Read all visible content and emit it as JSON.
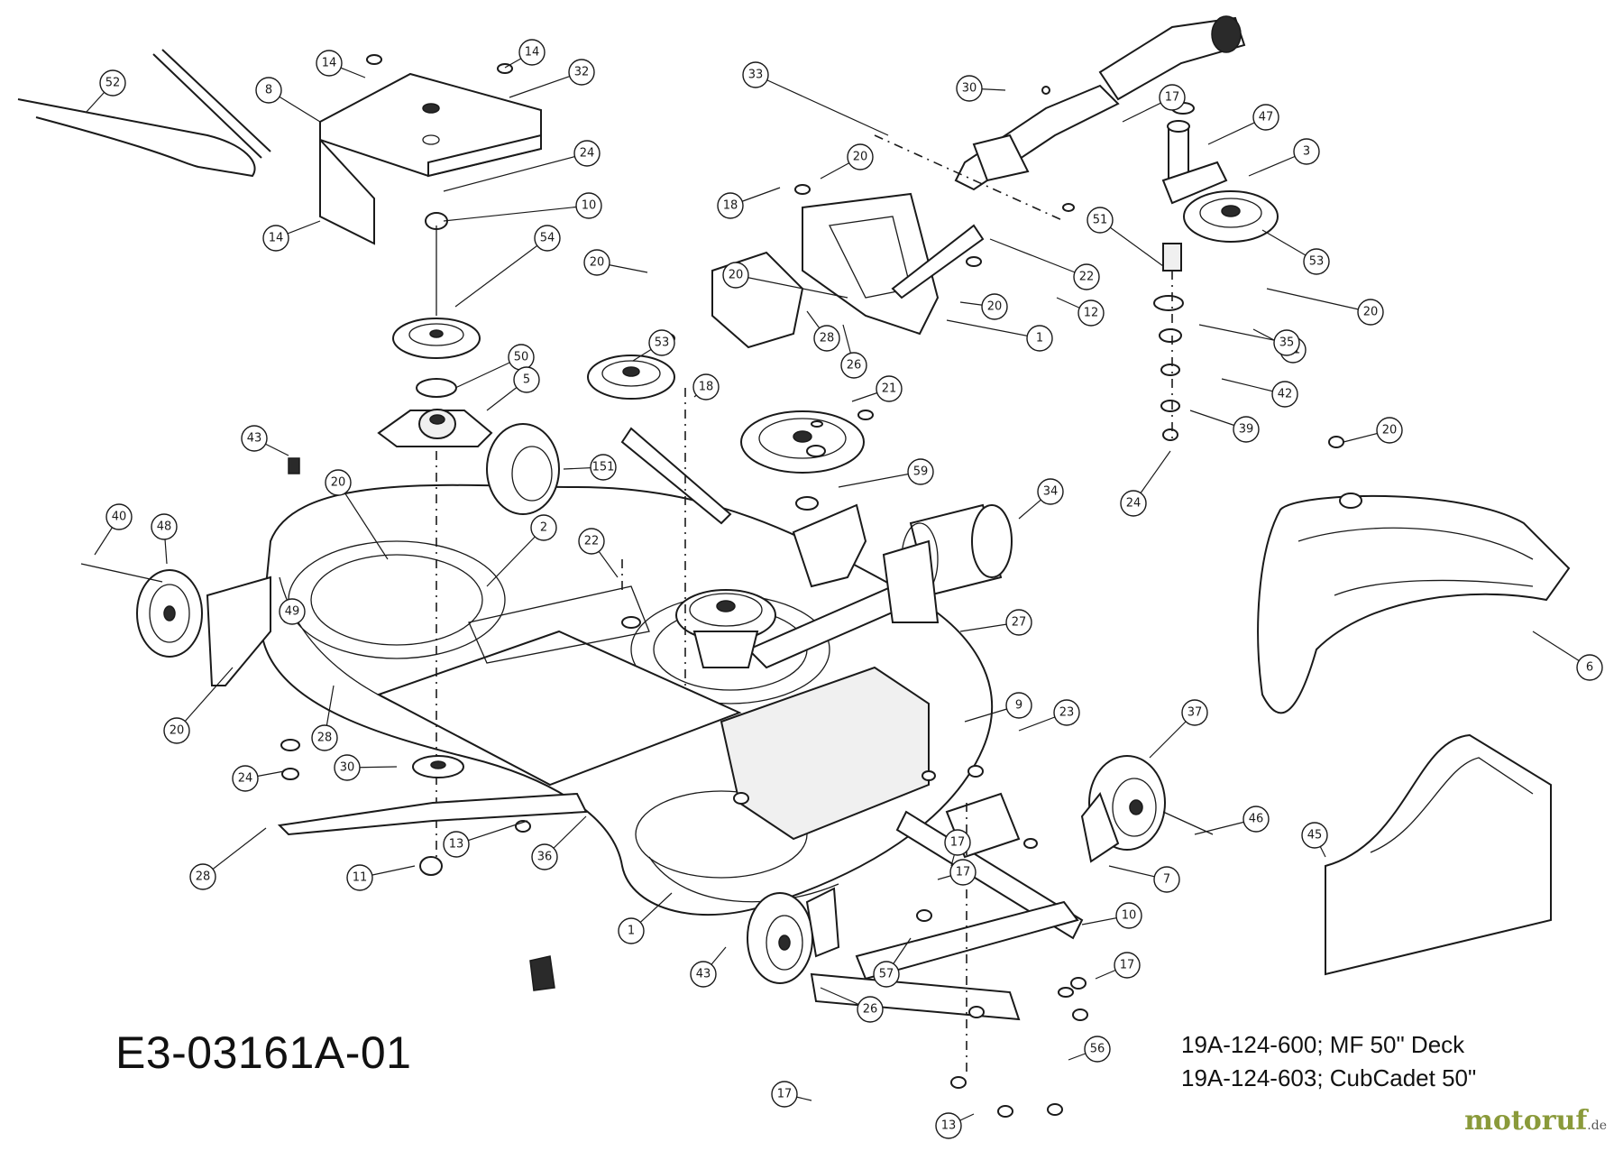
{
  "diagram_code": "E3-03161A-01",
  "models": [
    "19A-124-600; MF 50\" Deck",
    "19A-124-603; CubCadet 50\""
  ],
  "watermark": {
    "brand": "motoruf",
    "tld": ".de"
  },
  "callouts": [
    "52",
    "8",
    "14",
    "14",
    "32",
    "14",
    "24",
    "10",
    "54",
    "50",
    "5",
    "43",
    "40",
    "48",
    "49",
    "20",
    "28",
    "30",
    "24",
    "28",
    "11",
    "13",
    "36",
    "2",
    "151",
    "20",
    "22",
    "33",
    "18",
    "20",
    "20",
    "20",
    "53",
    "28",
    "26",
    "18",
    "21",
    "59",
    "1",
    "20",
    "12",
    "22",
    "34",
    "27",
    "9",
    "23",
    "37",
    "46",
    "7",
    "17",
    "17",
    "1",
    "43",
    "26",
    "57",
    "10",
    "17",
    "56",
    "17",
    "13",
    "30",
    "17",
    "47",
    "3",
    "53",
    "51",
    "20",
    "41",
    "35",
    "42",
    "39",
    "24",
    "20",
    "6",
    "45"
  ]
}
